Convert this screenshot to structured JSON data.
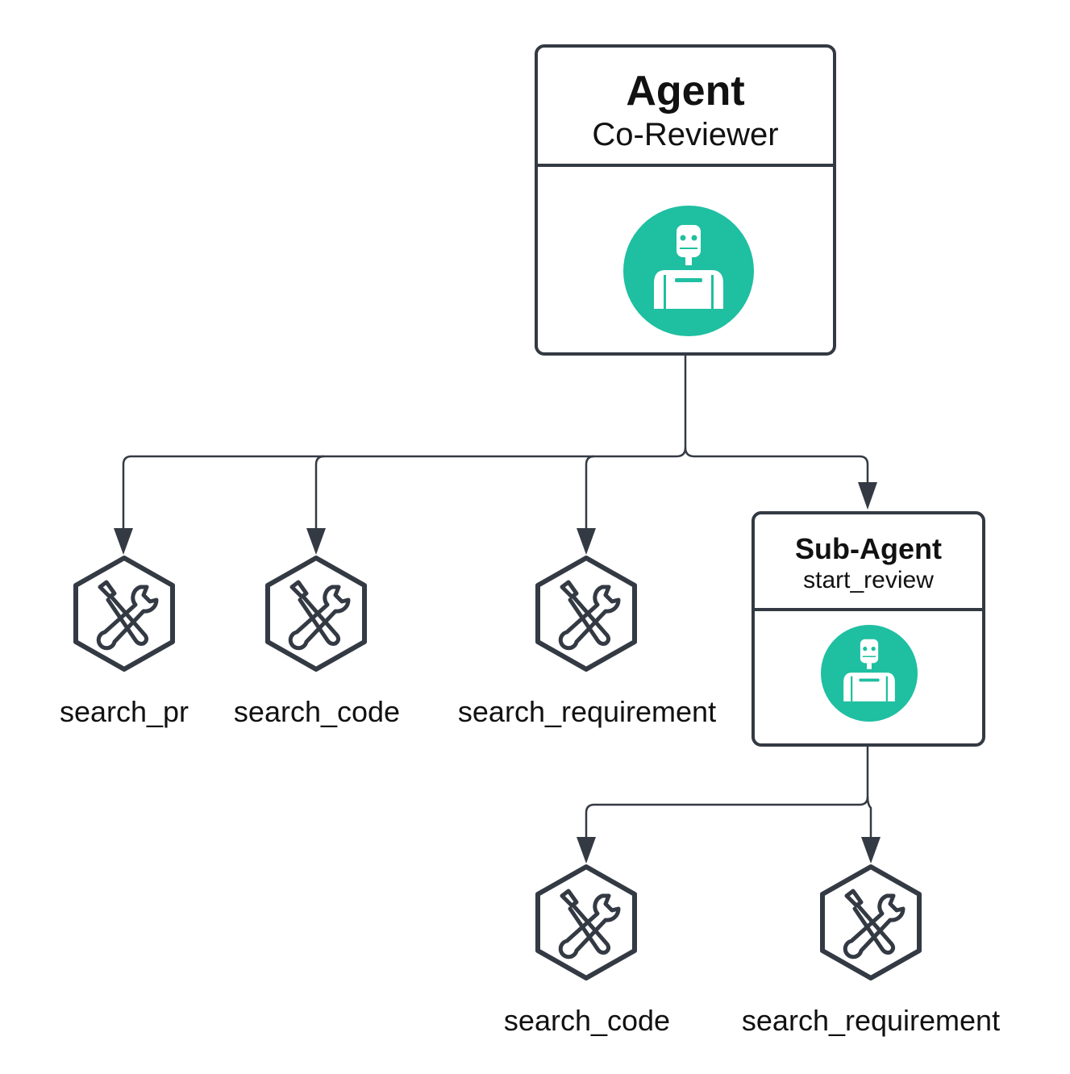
{
  "agent": {
    "title": "Agent",
    "subtitle": "Co-Reviewer",
    "icon": "robot-icon",
    "color": "#1fbfa1"
  },
  "sub_agent": {
    "title": "Sub-Agent",
    "subtitle": "start_review",
    "icon": "robot-icon",
    "color": "#1fbfa1"
  },
  "tools": [
    {
      "label": "search_pr",
      "icon": "tools-hexagon-icon"
    },
    {
      "label": "search_code",
      "icon": "tools-hexagon-icon"
    },
    {
      "label": "search_requirement",
      "icon": "tools-hexagon-icon"
    }
  ],
  "sub_tools": [
    {
      "label": "search_code",
      "icon": "tools-hexagon-icon"
    },
    {
      "label": "search_requirement",
      "icon": "tools-hexagon-icon"
    }
  ],
  "colors": {
    "line": "#343a43",
    "accent": "#1fbfa1"
  }
}
